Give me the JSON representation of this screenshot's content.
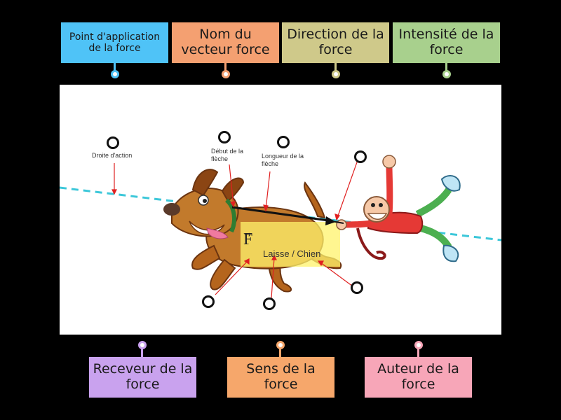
{
  "tiles": {
    "application_point": {
      "text": "Point d'application de la force",
      "color": "#4fc3f7"
    },
    "vector_name": {
      "text": "Nom du vecteur force",
      "color": "#f4a071"
    },
    "direction": {
      "text": "Direction de la force",
      "color": "#cfc98a"
    },
    "intensity": {
      "text": "Intensité de la force",
      "color": "#a8d08d"
    },
    "receiver": {
      "text": "Receveur de la force",
      "color": "#c9a2ee"
    },
    "sense": {
      "text": "Sens de la force",
      "color": "#f6a76b"
    },
    "author": {
      "text": "Auteur de la force",
      "color": "#f7a6b8"
    }
  },
  "annotations": {
    "line_of_action": "Droite d'action",
    "arrow_start": "Début de la flèche",
    "arrow_length": "Longueur de la flèche"
  },
  "force": {
    "symbol": "F",
    "label": "Laisse / Chien",
    "arrow_color": "#111111",
    "line_color": "#3cc7d9",
    "highlight_color": "#fff36b"
  }
}
